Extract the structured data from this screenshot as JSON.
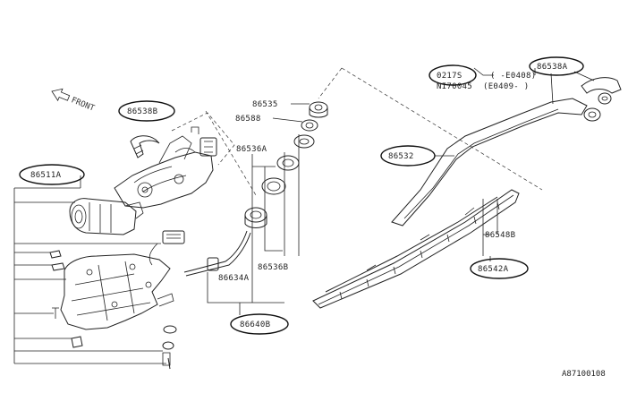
{
  "diagram": {
    "figure_code": "A87100108",
    "direction_label": "FRONT",
    "callouts": {
      "motor_cover": "86538B",
      "motor": "86511A",
      "nut": "86535",
      "cap": "86588",
      "washer_a": "86536A",
      "washer_b": "86536B",
      "hose": "86634A",
      "kit": "86640B",
      "arm": "86532",
      "arm_cap": "86538A",
      "blade_rubber": "86548B",
      "blade": "86542A"
    },
    "variants": {
      "code_a": "0217S",
      "range_a": "( -E0408)",
      "code_b": "NI70045",
      "range_b": "(E0409- )"
    }
  }
}
